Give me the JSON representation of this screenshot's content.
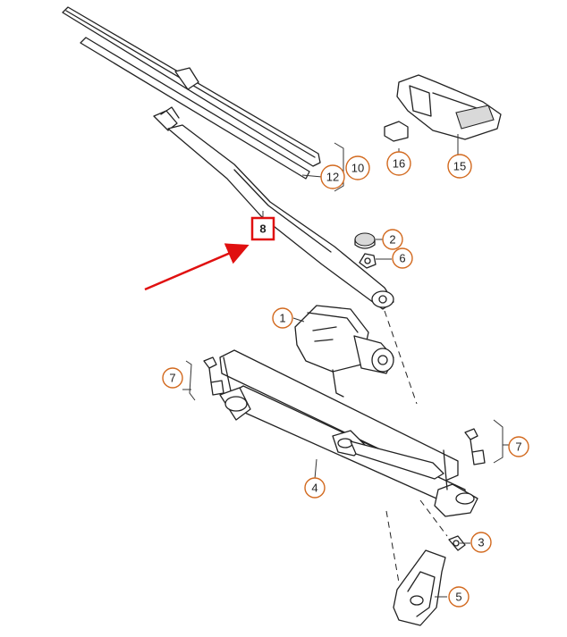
{
  "diagram": {
    "callouts": {
      "c1": "1",
      "c2": "2",
      "c3": "3",
      "c4": "4",
      "c5": "5",
      "c6": "6",
      "c7a": "7",
      "c7b": "7",
      "c10": "10",
      "c12": "12",
      "c15": "15",
      "c16": "16"
    },
    "highlighted_callout": "8",
    "colors": {
      "callout_ring": "#d2691e",
      "highlight": "#e01010",
      "linework": "#222222"
    }
  }
}
